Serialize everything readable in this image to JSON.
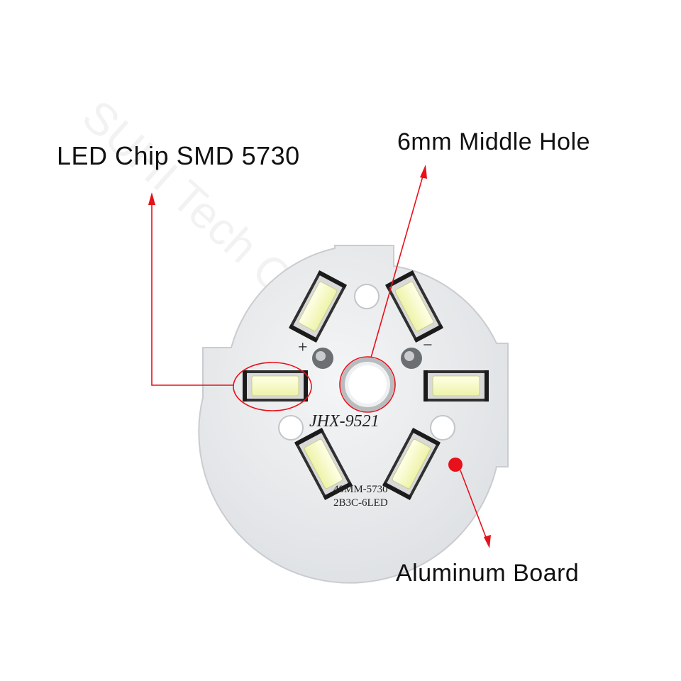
{
  "labels": {
    "led_chip": "LED Chip SMD 5730",
    "middle_hole": "6mm Middle Hole",
    "board": "Aluminum Board"
  },
  "board_text": {
    "model": "JHX-9521",
    "line1": "40MM-5730",
    "line2": "2B3C-6LED",
    "plus": "+",
    "minus": "−"
  },
  "watermark": "SUHI Tech Co., Ltd",
  "colors": {
    "annotation": "#e8101a",
    "board": "#eceeef",
    "led_yellow": "#f4f7b0"
  }
}
